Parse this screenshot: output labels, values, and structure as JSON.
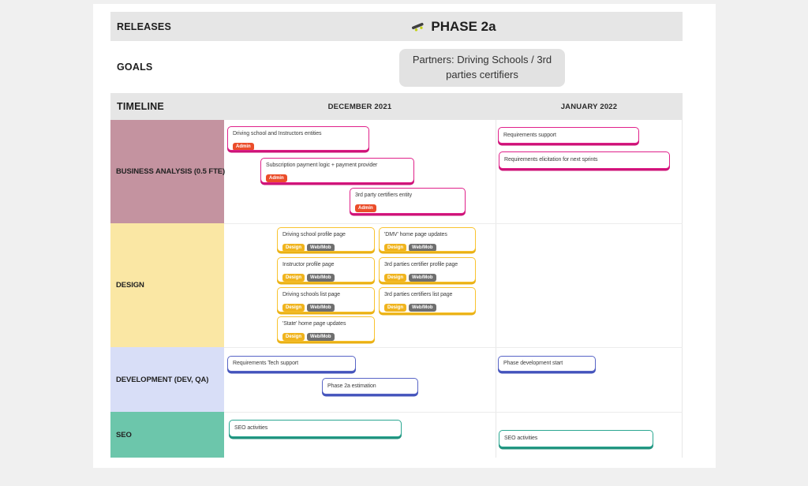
{
  "labels": {
    "releases": "RELEASES",
    "goals": "GOALS",
    "timeline": "TIMELINE"
  },
  "phase": {
    "title": "PHASE 2a",
    "icon": "skateboard-icon"
  },
  "goal_card": "Partners: Driving Schools / 3rd parties certifiers",
  "months": [
    "DECEMBER 2021",
    "JANUARY 2022"
  ],
  "rows": [
    {
      "label": "BUSINESS ANALYSIS (0.5 FTE)",
      "color": "#c493a0"
    },
    {
      "label": "DESIGN",
      "color": "#fae7a4"
    },
    {
      "label": "DEVELOPMENT (DEV, QA)",
      "color": "#d8def7"
    },
    {
      "label": "SEO",
      "color": "#6cc6ab"
    }
  ],
  "badge_labels": {
    "admin": "Admin",
    "design": "Design",
    "webmob": "Web/Mob"
  },
  "board": {
    "business_analysis": {
      "dec": [
        {
          "title": "Driving school and Instructors entities",
          "badge": "Admin"
        },
        {
          "title": "Subscription payment logic + payment provider",
          "badge": "Admin"
        },
        {
          "title": "3rd party certifiers entity",
          "badge": "Admin"
        }
      ],
      "jan": [
        {
          "title": "Requirements support"
        },
        {
          "title": "Requirements elicitation for next sprints"
        }
      ]
    },
    "design": {
      "dec_left": [
        {
          "title": "Driving school profile page"
        },
        {
          "title": "Instructor profile page"
        },
        {
          "title": "Driving schools list page"
        },
        {
          "title": "'State' home page updates"
        }
      ],
      "dec_right": [
        {
          "title": "'DMV' home page updates"
        },
        {
          "title": "3rd parties certifier profile page"
        },
        {
          "title": "3rd parties certifiers list page"
        }
      ]
    },
    "development": {
      "dec": [
        {
          "title": "Requirements Tech support"
        },
        {
          "title": "Phase 2a estimation"
        }
      ],
      "jan": [
        {
          "title": "Phase development start"
        }
      ]
    },
    "seo": {
      "dec": [
        {
          "title": "SEO activities"
        }
      ],
      "jan": [
        {
          "title": "SEO activities"
        }
      ]
    }
  },
  "colors": {
    "accent_pink": "#e0218a",
    "accent_yellow": "#f9c32f",
    "accent_blue": "#5865c6",
    "accent_teal": "#2aa791",
    "badge_admin": "#eb4d2a",
    "badge_design": "#f0b41e",
    "badge_webmob": "#6f6f6f",
    "header_band": "#e6e6e6",
    "goal_card_bg": "#e2e2e2"
  }
}
